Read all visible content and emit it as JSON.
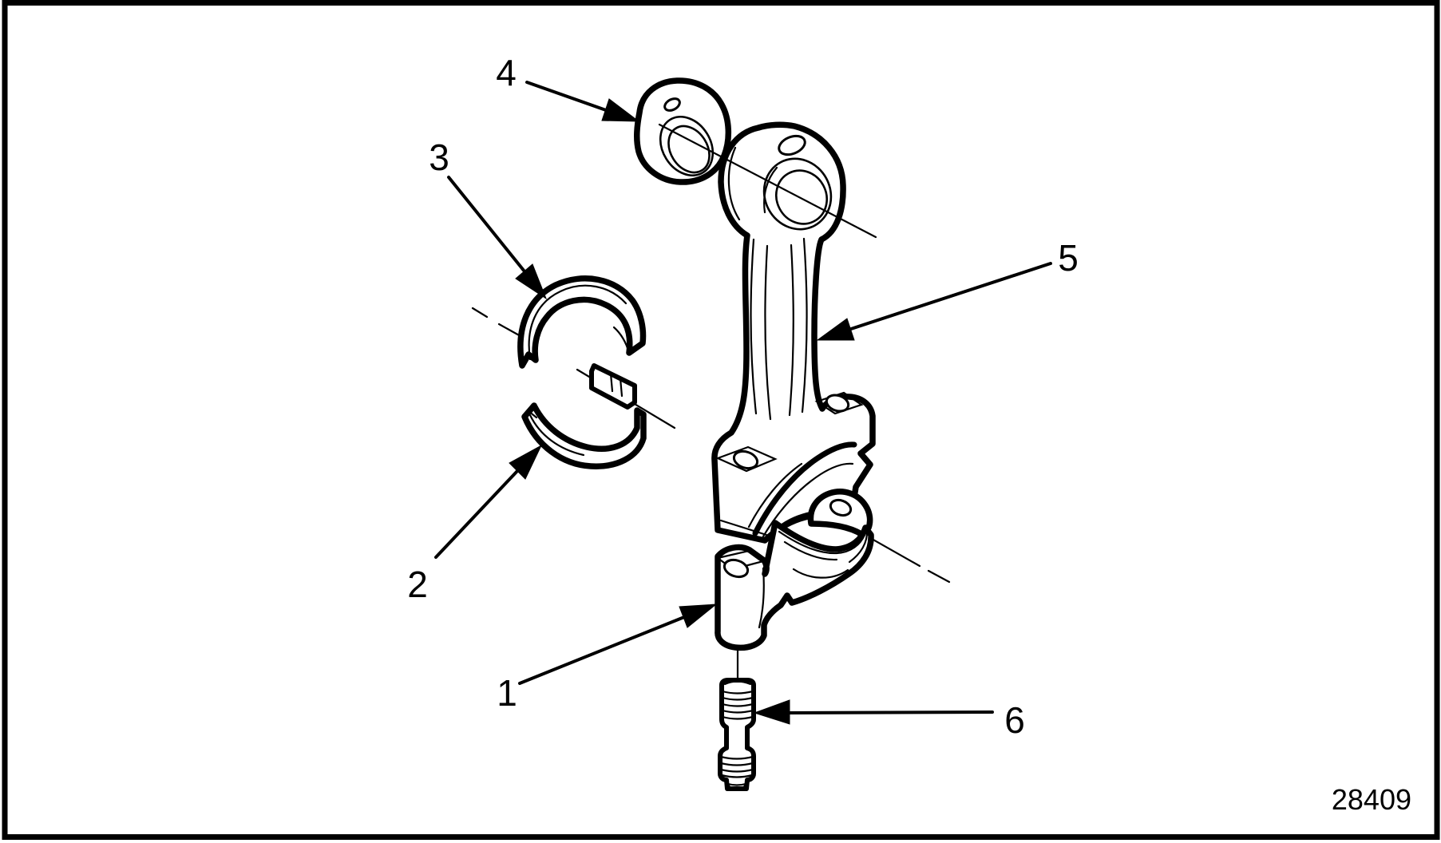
{
  "diagram": {
    "type": "exploded-parts-illustration",
    "figure_number": "28409",
    "colors": {
      "ink": "#000000",
      "paper": "#ffffff"
    },
    "callouts": [
      {
        "label": "1"
      },
      {
        "label": "2"
      },
      {
        "label": "3"
      },
      {
        "label": "4"
      },
      {
        "label": "5"
      },
      {
        "label": "6"
      }
    ],
    "parts": [
      {
        "callout": "1",
        "icon": "bearing-cap-drawing"
      },
      {
        "callout": "2",
        "icon": "lower-bearing-shell-drawing"
      },
      {
        "callout": "3",
        "icon": "upper-bearing-shell-drawing"
      },
      {
        "callout": "4",
        "icon": "small-end-bushing-drawing"
      },
      {
        "callout": "5",
        "icon": "connecting-rod-drawing"
      },
      {
        "callout": "6",
        "icon": "bolt-drawing"
      }
    ]
  }
}
